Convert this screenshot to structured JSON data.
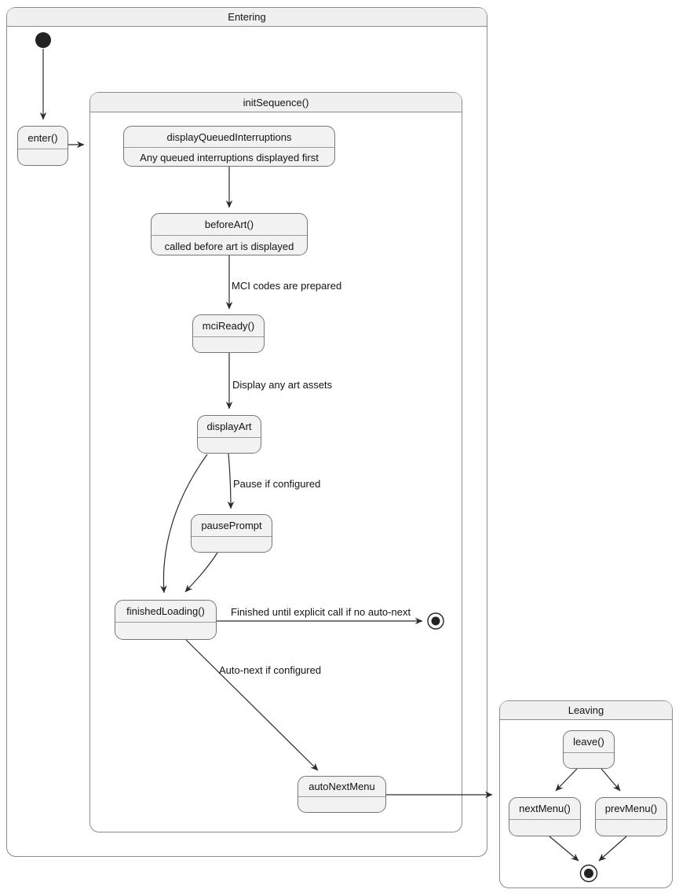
{
  "containers": {
    "entering": {
      "title": "Entering"
    },
    "init_sequence": {
      "title": "initSequence()"
    },
    "leaving": {
      "title": "Leaving"
    }
  },
  "states": {
    "enter": {
      "label": "enter()"
    },
    "display_queued_interruptions": {
      "label": "displayQueuedInterruptions",
      "note": "Any queued interruptions displayed first"
    },
    "before_art": {
      "label": "beforeArt()",
      "note": "called before art is displayed"
    },
    "mci_ready": {
      "label": "mciReady()"
    },
    "display_art": {
      "label": "displayArt"
    },
    "pause_prompt": {
      "label": "pausePrompt"
    },
    "finished_loading": {
      "label": "finishedLoading()"
    },
    "auto_next_menu": {
      "label": "autoNextMenu"
    },
    "leave": {
      "label": "leave()"
    },
    "next_menu": {
      "label": "nextMenu()"
    },
    "prev_menu": {
      "label": "prevMenu()"
    }
  },
  "edge_labels": {
    "mci_codes_prepared": "MCI codes are prepared",
    "display_art_assets": "Display any art assets",
    "pause_if_configured": "Pause if configured",
    "finished_no_auto_next": "Finished until explicit call if no auto-next",
    "auto_next_if_configured": "Auto-next if configured"
  },
  "colors": {
    "state_fill": "#f2f2f2",
    "state_border": "#767676",
    "container_border": "#8c8c8c",
    "title_bar_fill": "#f0f0f0",
    "edge": "#2b2b2b",
    "text": "#131313"
  }
}
